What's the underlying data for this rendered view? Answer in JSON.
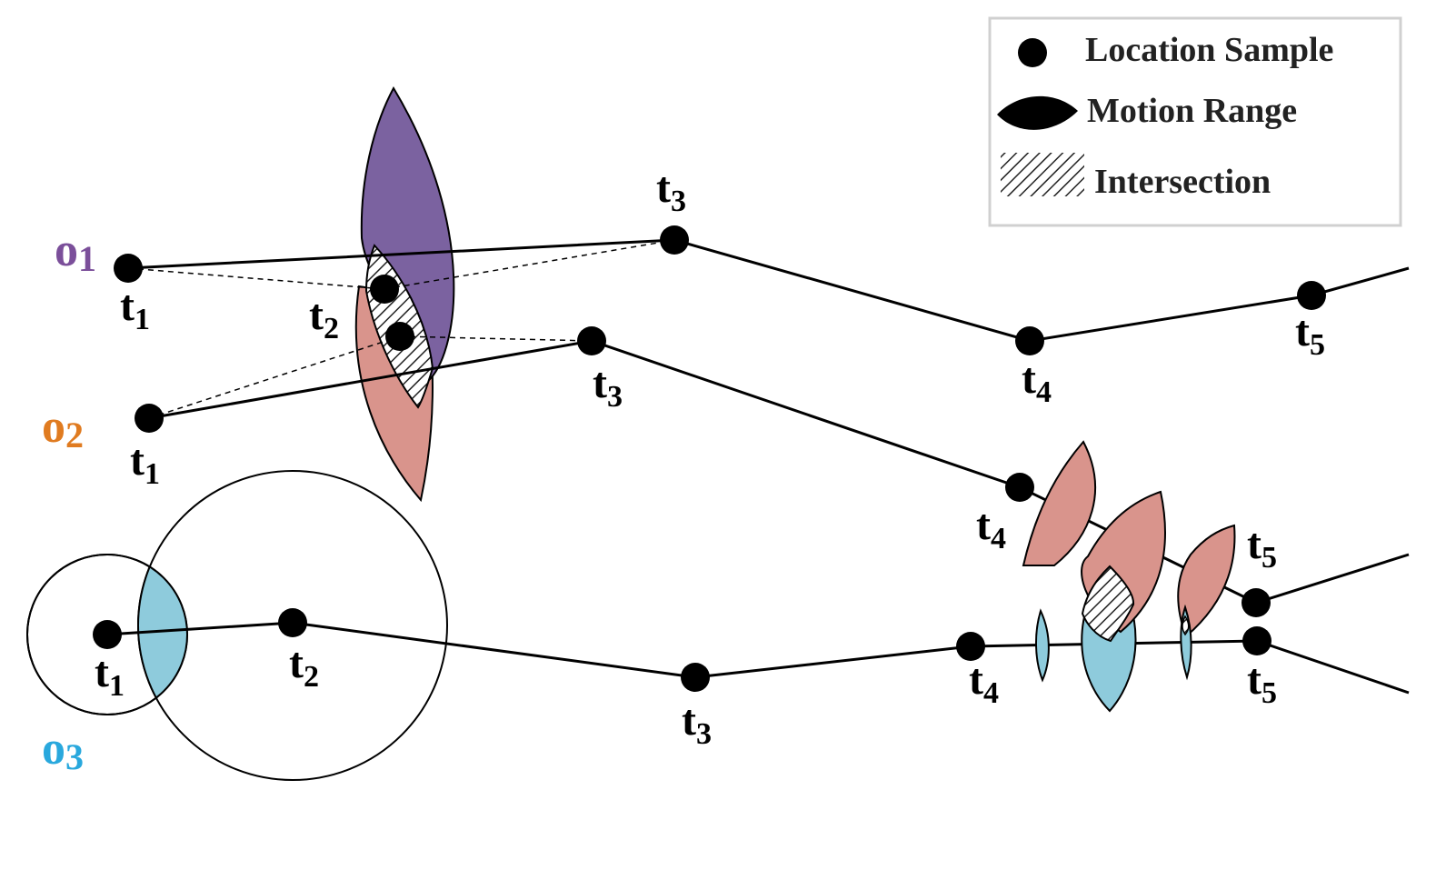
{
  "objects": [
    {
      "label": "o",
      "index": "1",
      "color": "#7b4f9a"
    },
    {
      "label": "o",
      "index": "2",
      "color": "#e07b20"
    },
    {
      "label": "o",
      "index": "3",
      "color": "#29a8dd"
    }
  ],
  "time_labels": {
    "o1": [
      {
        "base": "t",
        "sub": "1"
      },
      {
        "base": "t",
        "sub": "2"
      },
      {
        "base": "t",
        "sub": "3"
      },
      {
        "base": "t",
        "sub": "4"
      },
      {
        "base": "t",
        "sub": "5"
      }
    ],
    "o2": [
      {
        "base": "t",
        "sub": "1"
      },
      {
        "base": "t",
        "sub": "3"
      },
      {
        "base": "t",
        "sub": "4"
      },
      {
        "base": "t",
        "sub": "5"
      }
    ],
    "o3": [
      {
        "base": "t",
        "sub": "1"
      },
      {
        "base": "t",
        "sub": "2"
      },
      {
        "base": "t",
        "sub": "3"
      },
      {
        "base": "t",
        "sub": "4"
      },
      {
        "base": "t",
        "sub": "5"
      }
    ]
  },
  "legend": {
    "location_sample": "Location Sample",
    "motion_range": "Motion Range",
    "intersection": "Intersection"
  },
  "colors": {
    "o1_motion_range": "#7b62a0",
    "o2_motion_range": "#d9948c",
    "o3_motion_range": "#8ecbdc",
    "line": "#000000",
    "legend_border": "#d0d0d0"
  }
}
